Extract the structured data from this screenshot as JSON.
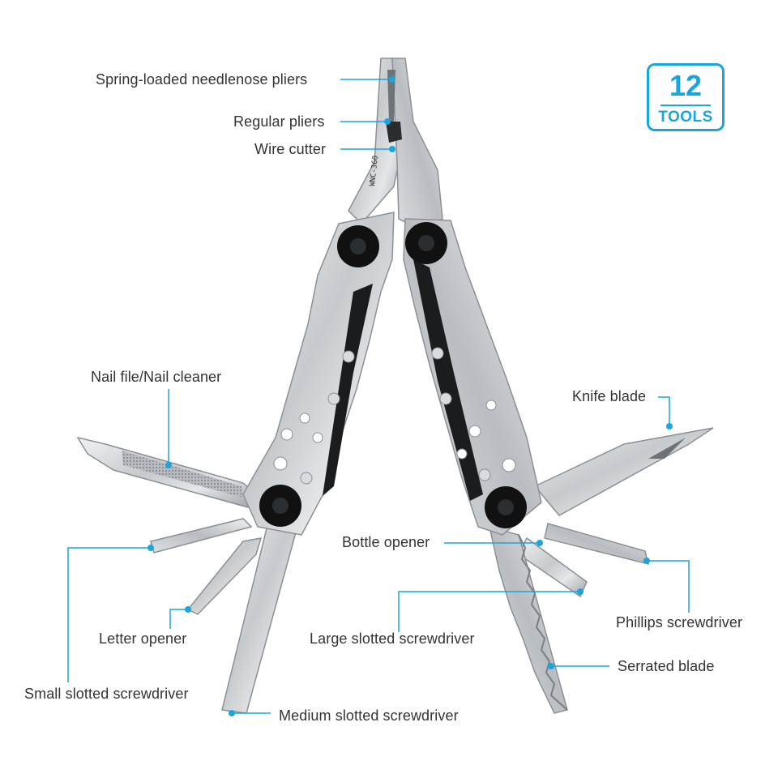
{
  "badge": {
    "count": "12",
    "word": "TOOLS"
  },
  "brand_mark": "WNC-360",
  "colors": {
    "accent": "#1aa6dc",
    "label_text": "#333333",
    "steel": "#c9cdd1",
    "black": "#111111"
  },
  "callouts": {
    "spring_pliers": "Spring-loaded needlenose pliers",
    "regular_pliers": "Regular pliers",
    "wire_cutter": "Wire cutter",
    "nail_file": "Nail file/Nail cleaner",
    "knife_blade": "Knife blade",
    "bottle_opener": "Bottle opener",
    "phillips": "Phillips screwdriver",
    "letter_opener": "Letter opener",
    "large_slotted": "Large  slotted screwdriver",
    "serrated": "Serrated blade",
    "small_slotted": "Small  slotted screwdriver",
    "medium_slotted": "Medium  slotted screwdriver"
  }
}
